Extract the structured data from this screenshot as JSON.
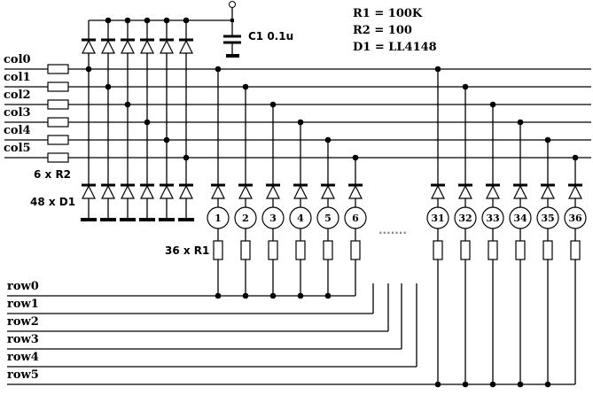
{
  "schematic": {
    "legend": [
      "R1 = 100K",
      "R2 = 100",
      "D1 = LL4148"
    ],
    "capacitor_label": "C1  0.1u",
    "r2_note": "6 x R2",
    "d1_note": "48 x D1",
    "r1_note": "36 x R1",
    "ellipsis": ".......",
    "columns": [
      "col0",
      "col1",
      "col2",
      "col3",
      "col4",
      "col5"
    ],
    "rows": [
      "row0",
      "row1",
      "row2",
      "row3",
      "row4",
      "row5"
    ],
    "keys_left": [
      "1",
      "2",
      "3",
      "4",
      "5",
      "6"
    ],
    "keys_right": [
      "31",
      "32",
      "33",
      "34",
      "35",
      "36"
    ]
  }
}
